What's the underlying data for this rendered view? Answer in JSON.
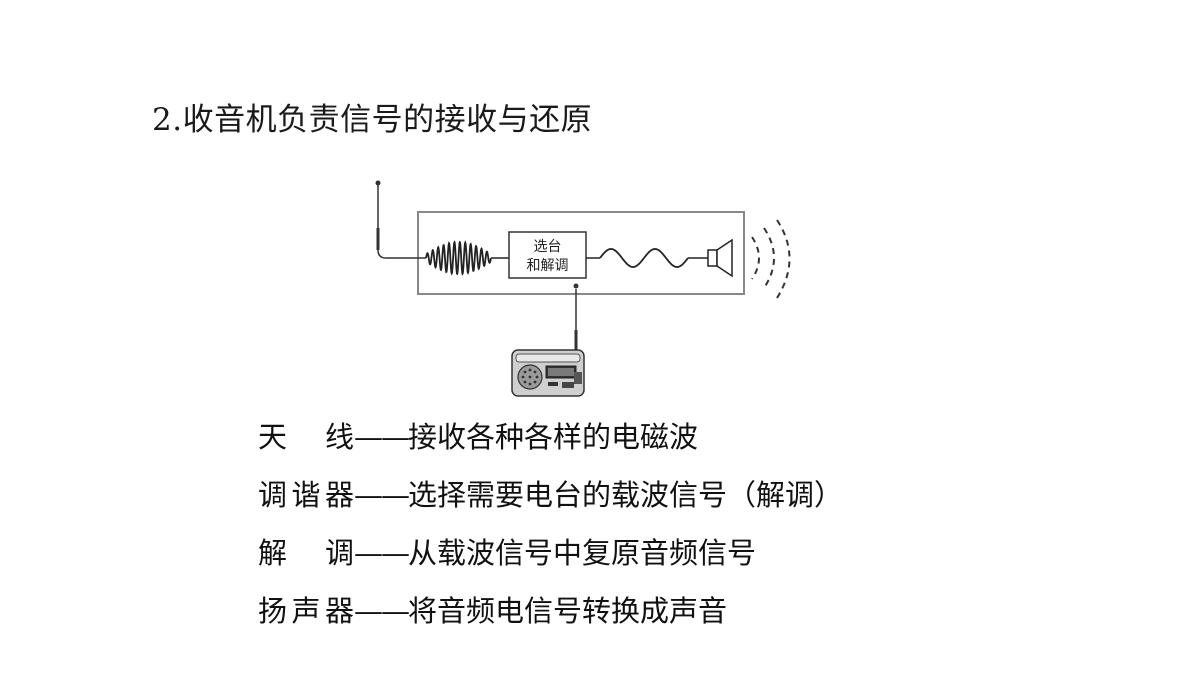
{
  "title": "2.收音机负责信号的接收与还原",
  "diagram": {
    "block_line1": "选台",
    "block_line2": "和解调"
  },
  "items": [
    {
      "name": "天　线",
      "dash": "——",
      "desc": "接收各种各样的电磁波"
    },
    {
      "name": "调谐器",
      "dash": "——",
      "desc": "选择需要电台的载波信号（解调）"
    },
    {
      "name": "解　调",
      "dash": "——",
      "desc": "从载波信号中复原音频信号"
    },
    {
      "name": "扬声器",
      "dash": "——",
      "desc": "将音频电信号转换成声音"
    }
  ],
  "icons": {
    "antenna": "antenna-icon",
    "speaker": "speaker-icon",
    "radio": "radio-icon"
  }
}
